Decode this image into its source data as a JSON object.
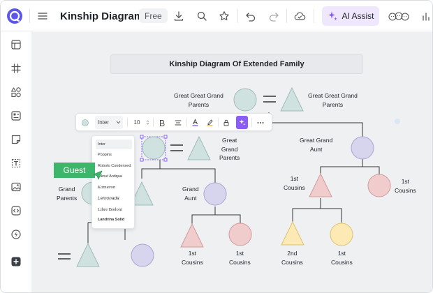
{
  "topbar": {
    "title": "Kinship Diagram",
    "badge": "Free",
    "ai_assist_label": "AI Assist"
  },
  "canvas": {
    "diagram_title": "Kinship Diagram Of Extended Family",
    "labels": {
      "ggp_left_1": "Great Great Grand",
      "ggp_left_2": "Parents",
      "ggp_right_1": "Great Great Grand",
      "ggp_right_2": "Parents",
      "ggp_mid_1": "Great",
      "ggp_mid_2": "Grand",
      "ggp_mid_3": "Parents",
      "gga_1": "Great  Grand",
      "gga_2": "Aunt",
      "gp_1": "Grand",
      "gp_2": "Parents",
      "ga_1": "Grand",
      "ga_2": "Aunt",
      "c_mid_1": "1st",
      "c_mid_2": "Cousins",
      "c_right_1": "1st",
      "c_right_2": "Cousins",
      "c_a_1": "1st",
      "c_a_2": "Cousins",
      "c_b_1": "1st",
      "c_b_2": "Cousins",
      "c_second_1": "2nd",
      "c_second_2": "Cousins",
      "c_d_1": "1st",
      "c_d_2": "Cousins"
    }
  },
  "text_toolbar": {
    "font": "Inter",
    "size": "10"
  },
  "font_dropdown": {
    "items": [
      "Inter",
      "Poppins",
      "Roboto Condensed",
      "Inknut Antiqua",
      "Kameron",
      "Lemonada",
      "Libre Bodoni",
      "Landrina Solid"
    ]
  },
  "guest_label": "Guest",
  "colors": {
    "accent_purple": "#8b5cf6",
    "ai_bg": "#efe7fd",
    "guest_green": "#3db56b",
    "shape_teal": "#cfe2df",
    "shape_lavender": "#d7d4ee",
    "shape_pink": "#f1cccc",
    "shape_yellow": "#fde9b3"
  }
}
